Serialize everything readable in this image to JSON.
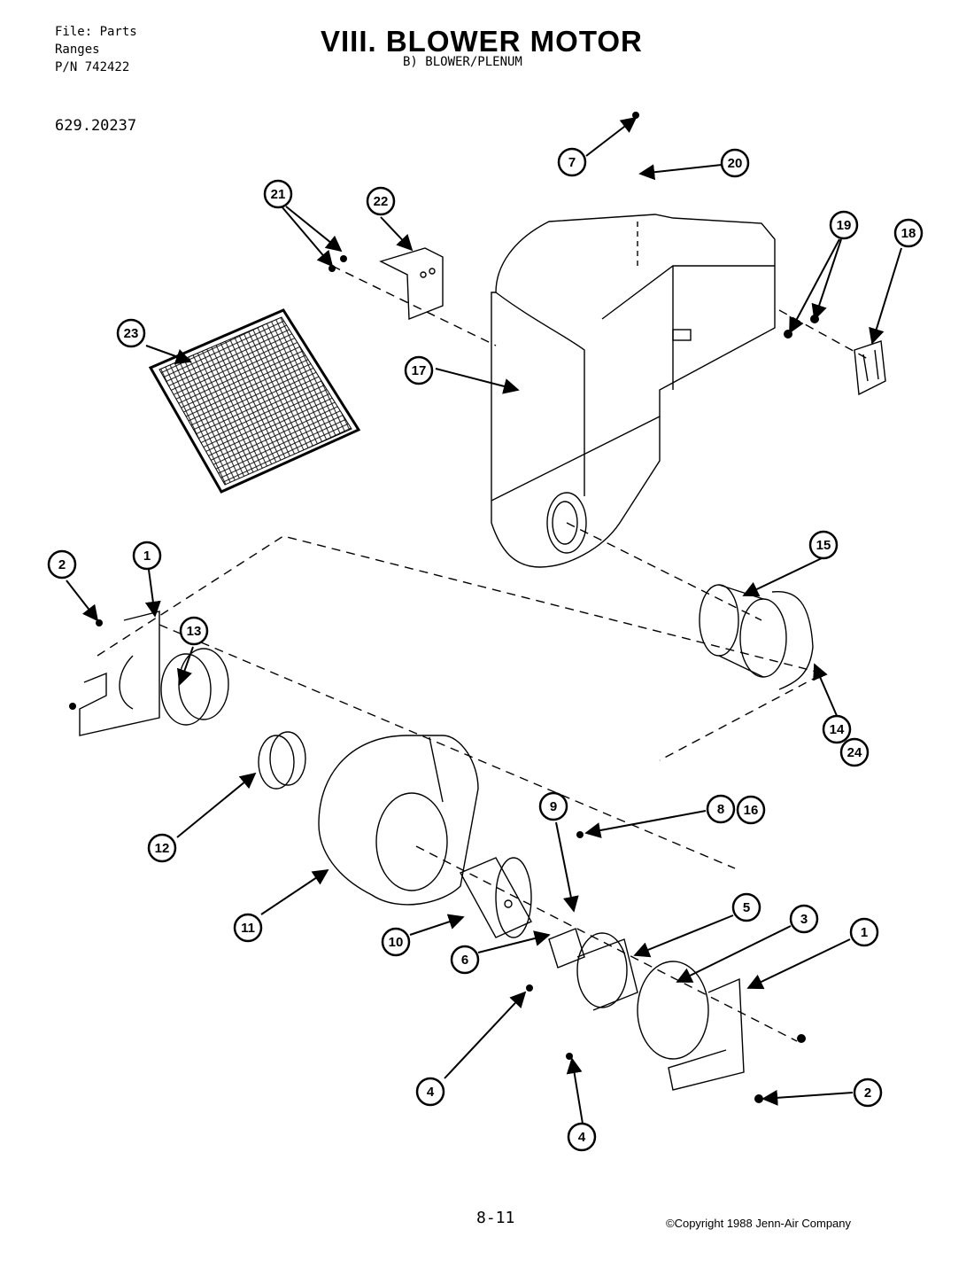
{
  "header": {
    "file_line": "File: Parts",
    "ranges_line": "Ranges",
    "pn_line": "P/N 742422",
    "model": "629.20237"
  },
  "title": "VIII. BLOWER MOTOR",
  "subtitle": "B) BLOWER/PLENUM",
  "footer": {
    "page": "8-11",
    "copyright": "©Copyright 1988 Jenn-Air Company"
  },
  "callouts": [
    "1",
    "1",
    "2",
    "2",
    "3",
    "4",
    "4",
    "5",
    "6",
    "7",
    "8",
    "9",
    "10",
    "11",
    "12",
    "13",
    "14",
    "15",
    "16",
    "17",
    "18",
    "19",
    "20",
    "21",
    "22",
    "23",
    "24"
  ]
}
